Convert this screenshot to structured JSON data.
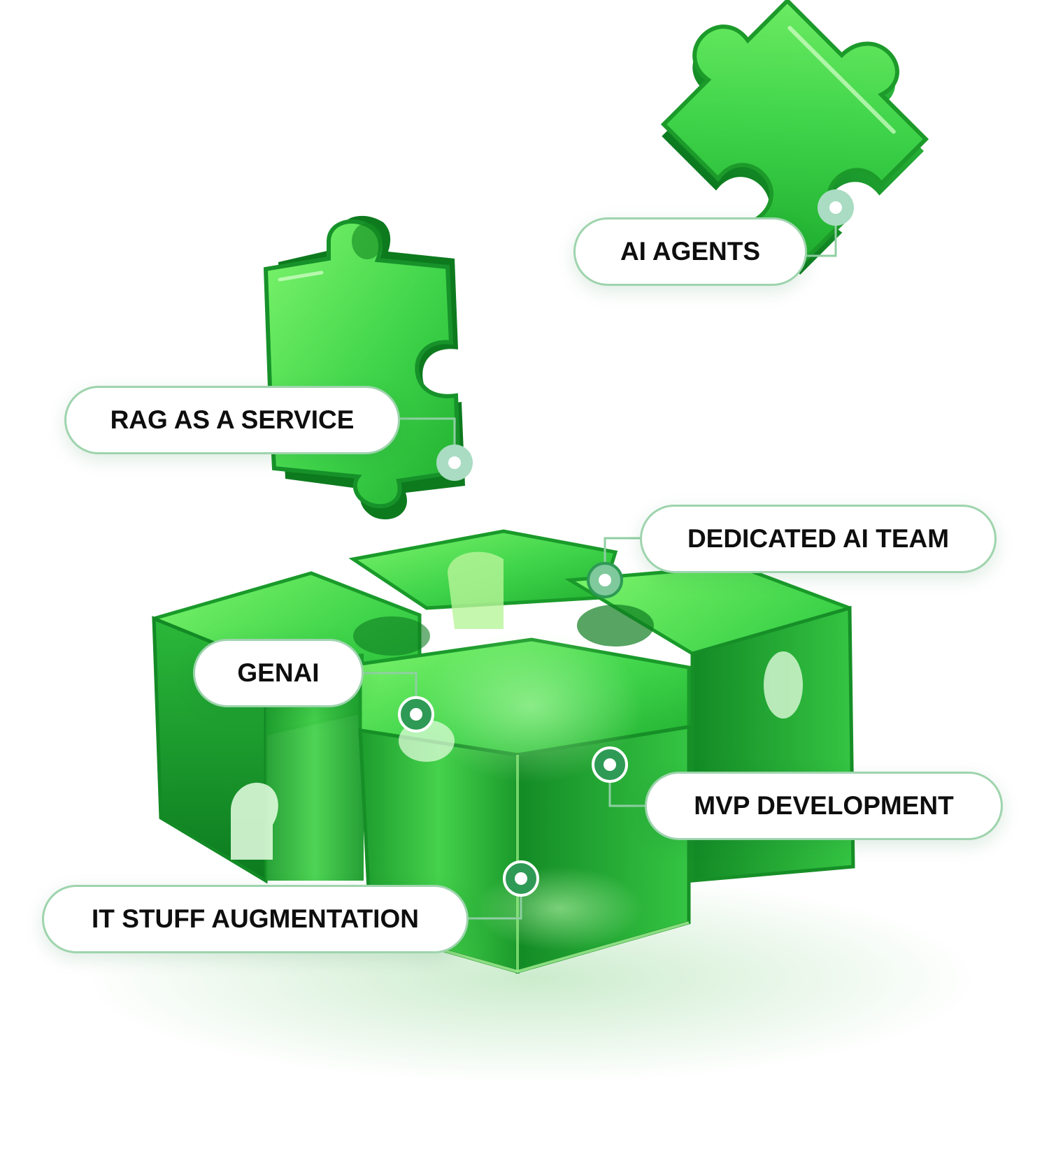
{
  "colors": {
    "pill_border": "#9ed4ad",
    "connector": "#8fcfa3",
    "dot_ring": "#2e9a55",
    "dot_light": "#a9dcc2",
    "glass_top": "#5fe85a",
    "glass_side": "#1fa52c",
    "glass_dark": "#0b6f1b",
    "text": "#0e0e0e"
  },
  "labels": {
    "ai_agents": "AI AGENTS",
    "rag_service": "RAG AS A SERVICE",
    "dedicated_team": "DEDICATED AI TEAM",
    "genai": "GENAI",
    "mvp_development": "MVP DEVELOPMENT",
    "it_staff": "IT STUFF AUGMENTATION"
  },
  "icons": {
    "floating_piece_top": "puzzle-piece-icon",
    "floating_piece_left": "puzzle-piece-icon",
    "assembled_block": "puzzle-block-icon",
    "marker": "target-dot-icon"
  }
}
